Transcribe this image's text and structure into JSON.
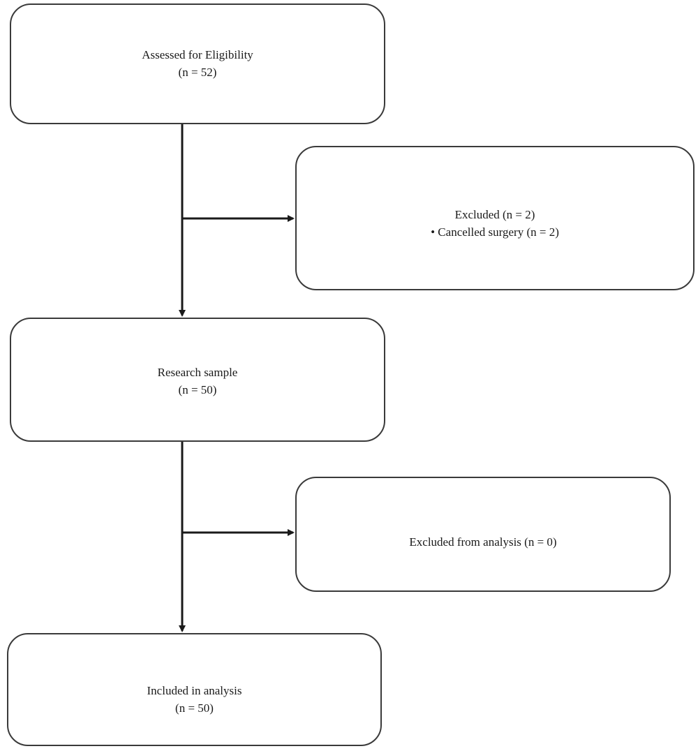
{
  "nodes": {
    "assessed": {
      "line1": "Assessed for Eligibility",
      "line2": "(n = 52)"
    },
    "excluded": {
      "line1": "Excluded (n = 2)",
      "line2": "• Cancelled surgery (n = 2)"
    },
    "research": {
      "line1": "Research sample",
      "line2": "(n = 50)"
    },
    "excluded_analysis": {
      "line1": "Excluded from analysis (n = 0)"
    },
    "included": {
      "line1": "Included in analysis",
      "line2": "(n = 50)"
    }
  },
  "edges": [
    {
      "from": "assessed",
      "to": "research"
    },
    {
      "from": "assessed",
      "to": "excluded"
    },
    {
      "from": "research",
      "to": "included"
    },
    {
      "from": "research",
      "to": "excluded_analysis"
    }
  ],
  "colors": {
    "stroke": "#1a1a1a",
    "border": "#3a3a3a"
  }
}
